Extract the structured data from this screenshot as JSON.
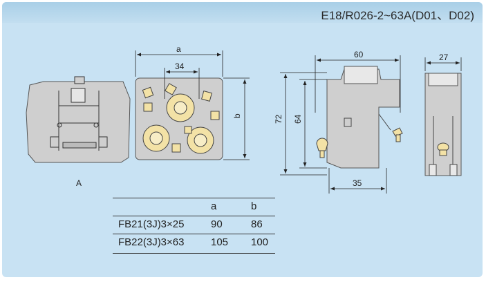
{
  "header": {
    "title": "E18/R026-2~63A(D01、D02)"
  },
  "front_view": {
    "label": "A"
  },
  "terminal_view": {
    "dim_a": "a",
    "dim_34": "34",
    "dim_b": "b"
  },
  "side_view": {
    "dim_60": "60",
    "dim_72": "72",
    "dim_64": "64",
    "dim_35": "35"
  },
  "end_view": {
    "dim_27": "27"
  },
  "table": {
    "headers": [
      "",
      "a",
      "b"
    ],
    "rows": [
      [
        "FB21(3J)3×25",
        "90",
        "86"
      ],
      [
        "FB22(3J)3×63",
        "105",
        "100"
      ]
    ]
  },
  "colors": {
    "background": "#c8e2f3",
    "body_gray": "#cfcfcf",
    "terminal_yellow": "#f3e2a6",
    "line": "#222222"
  }
}
